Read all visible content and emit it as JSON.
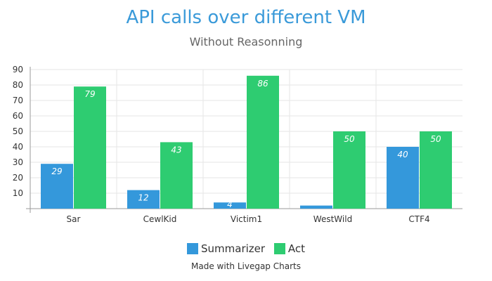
{
  "chart_data": {
    "type": "bar",
    "title": "API calls over different VM",
    "subtitle": "Without Reasonning",
    "categories": [
      "Sar",
      "CewlKid",
      "Victim1",
      "WestWild",
      "CTF4"
    ],
    "series": [
      {
        "name": "Summarizer",
        "values": [
          29,
          12,
          4,
          2,
          40
        ],
        "color": "#3498db",
        "labels": [
          "29",
          "12",
          "4",
          "",
          "40"
        ]
      },
      {
        "name": "Act",
        "values": [
          79,
          43,
          86,
          50,
          50
        ],
        "color": "#2ecc71",
        "labels": [
          "79",
          "43",
          "86",
          "50",
          "50"
        ]
      }
    ],
    "ylim": [
      0,
      90
    ],
    "yticks": [
      10,
      20,
      30,
      40,
      50,
      60,
      70,
      80,
      90
    ],
    "grid": true,
    "legend_position": "bottom",
    "footer": "Made with Livegap Charts"
  }
}
